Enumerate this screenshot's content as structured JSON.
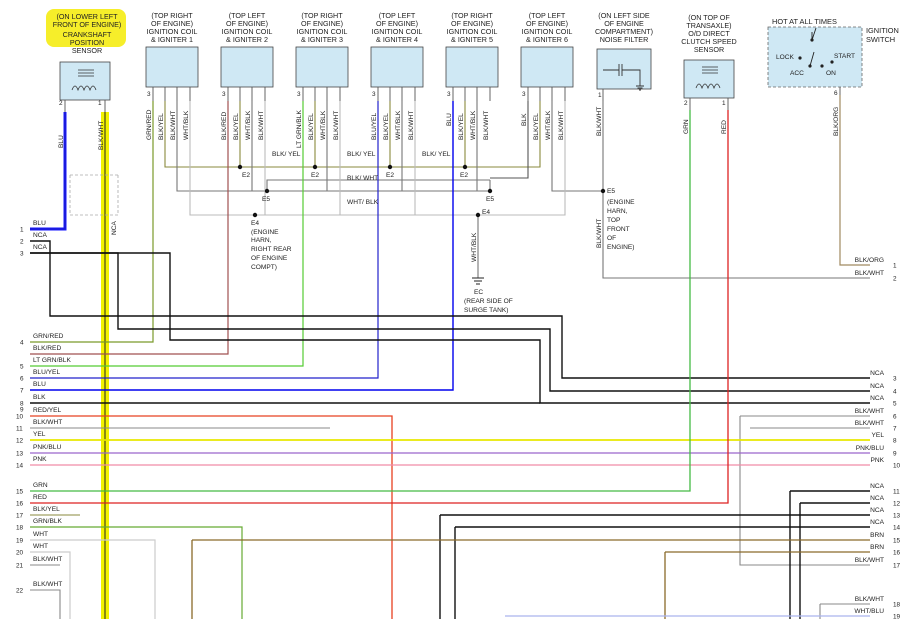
{
  "components": {
    "ckp": [
      "(ON LOWER LEFT",
      "FRONT OF ENGINE)",
      "CRANKSHAFT",
      "POSITION",
      "SENSOR"
    ],
    "coil1": [
      "(TOP RIGHT",
      "OF ENGINE)",
      "IGNITION COIL",
      "& IGNITER 1"
    ],
    "coil2": [
      "(TOP LEFT",
      "OF ENGINE)",
      "IGNITION COIL",
      "& IGNITER 2"
    ],
    "coil3": [
      "(TOP RIGHT",
      "OF ENGINE)",
      "IGNITION COIL",
      "& IGNITER 3"
    ],
    "coil4": [
      "(TOP LEFT",
      "OF ENGINE)",
      "IGNITION COIL",
      "& IGNITER 4"
    ],
    "coil5": [
      "(TOP RIGHT",
      "OF ENGINE)",
      "IGNITION COIL",
      "& IGNITER 5"
    ],
    "coil6": [
      "(TOP LEFT",
      "OF ENGINE)",
      "IGNITION COIL",
      "& IGNITER 6"
    ],
    "noise": [
      "(ON LEFT SIDE",
      "OF ENGINE",
      "COMPARTMENT)",
      "NOISE FILTER"
    ],
    "od": [
      "(ON TOP OF",
      "TRANSAXLE)",
      "O/D DIRECT",
      "CLUTCH SPEED",
      "SENSOR"
    ],
    "ignsw": {
      "title": "HOT AT ALL TIMES",
      "name": [
        "IGNITION",
        "SWITCH"
      ],
      "lock": "LOCK",
      "acc": "ACC",
      "on": "ON",
      "start": "START"
    }
  },
  "pin_numbers": {
    "p1": "1",
    "p2": "2",
    "p3": "3",
    "p4": "4",
    "p6": "6"
  },
  "wire_colors": {
    "blu": "BLU",
    "blk_wht": "BLK/WHT",
    "nca": "NCA",
    "grn_red": "GRN/RED",
    "blk_red": "BLK/RED",
    "lt_grn_blk": "LT GRN/BLK",
    "wht_blk": "WHT/BLK",
    "blk_yel": "BLK/YEL",
    "blu_yel": "BLU/YEL",
    "blk": "BLK",
    "grn": "GRN",
    "red": "RED",
    "blk_org": "BLK/ORG",
    "blk_yel_slash": "BLK/ YEL",
    "blk_wht_slash": "BLK/ WHT",
    "wht_blk_slash": "WHT/ BLK"
  },
  "grounds": {
    "e2": "E2",
    "e4": "E4",
    "e5": "E5",
    "ec": "EC",
    "e4_note": [
      "(ENGINE",
      "HARN,",
      "RIGHT REAR",
      "OF ENGINE",
      "COMPT)"
    ],
    "e5_note": [
      "(ENGINE",
      "HARN,",
      "TOP",
      "FRONT",
      "OF",
      "ENGINE)"
    ],
    "ec_note": [
      "(REAR SIDE OF",
      "SURGE TANK)"
    ]
  },
  "left_rows": [
    {
      "num": "1",
      "label": "BLU"
    },
    {
      "num": "",
      "label": "NCA"
    },
    {
      "num": "2",
      "label": "NCA"
    },
    {
      "num": "3",
      "label": ""
    },
    {
      "num": "4",
      "label": "GRN/RED"
    },
    {
      "num": "",
      "label": "BLK/RED"
    },
    {
      "num": "5",
      "label": "LT GRN/BLK"
    },
    {
      "num": "6",
      "label": "BLU/YEL"
    },
    {
      "num": "7",
      "label": "BLU"
    },
    {
      "num": "8",
      "label": "BLK"
    },
    {
      "num": "9",
      "label": ""
    },
    {
      "num": "10",
      "label": "RED/YEL"
    },
    {
      "num": "11",
      "label": "BLK/WHT"
    },
    {
      "num": "12",
      "label": "YEL"
    },
    {
      "num": "13",
      "label": "PNK/BLU"
    },
    {
      "num": "14",
      "label": "PNK"
    },
    {
      "num": "15",
      "label": "GRN"
    },
    {
      "num": "16",
      "label": "RED"
    },
    {
      "num": "17",
      "label": "BLK/YEL"
    },
    {
      "num": "18",
      "label": "GRN/BLK"
    },
    {
      "num": "19",
      "label": "WHT"
    },
    {
      "num": "20",
      "label": "WHT"
    },
    {
      "num": "21",
      "label": "BLK/WHT"
    },
    {
      "num": "22",
      "label": "BLK/WHT"
    }
  ],
  "right_rows": [
    {
      "num": "1",
      "label": "BLK/ORG"
    },
    {
      "num": "2",
      "label": "BLK/WHT"
    },
    {
      "num": "3",
      "label": "NCA"
    },
    {
      "num": "4",
      "label": "NCA"
    },
    {
      "num": "5",
      "label": "NCA"
    },
    {
      "num": "6",
      "label": "BLK/WHT"
    },
    {
      "num": "7",
      "label": "BLK/WHT"
    },
    {
      "num": "8",
      "label": "YEL"
    },
    {
      "num": "9",
      "label": "PNK/BLU"
    },
    {
      "num": "10",
      "label": "PNK"
    },
    {
      "num": "11",
      "label": "NCA"
    },
    {
      "num": "12",
      "label": "NCA"
    },
    {
      "num": "13",
      "label": "NCA"
    },
    {
      "num": "14",
      "label": "NCA"
    },
    {
      "num": "15",
      "label": "BRN"
    },
    {
      "num": "16",
      "label": "BRN"
    },
    {
      "num": "17",
      "label": "BLK/WHT"
    },
    {
      "num": "18",
      "label": "BLK/WHT"
    },
    {
      "num": "19",
      "label": "WHT/BLU"
    }
  ]
}
